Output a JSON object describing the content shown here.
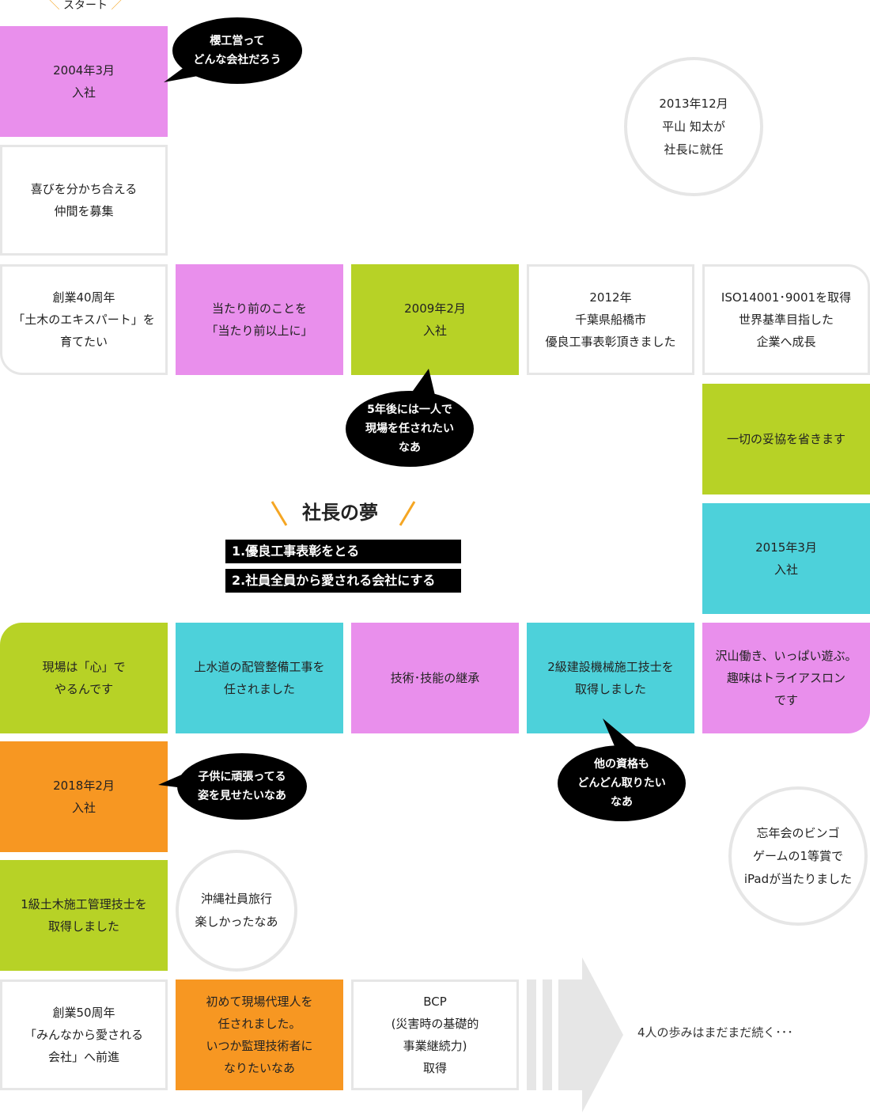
{
  "start_label": "スタート",
  "boxes": {
    "b2004": "2004年3月\n入社",
    "nakama": "喜びを分かち合える\n仲間を募集",
    "sougyou40": "創業40周年\n「土木のエキスパート」を\n育てたい",
    "atarimae": "当たり前のことを\n「当たり前以上に」",
    "b2009": "2009年2月\n入社",
    "b2012": "2012年\n千葉県船橋市\n優良工事表彰頂きました",
    "iso": "ISO14001･9001を取得\n世界基準目指した\n企業へ成長",
    "dakyou": "一切の妥協を省きます",
    "b2015": "2015年3月\n入社",
    "genba": "現場は「心」で\nやるんです",
    "jousuidou": "上水道の配管整備工事を\n任されました",
    "gijutsu": "技術･技能の継承",
    "kenki": "2級建設機械施工技士を\n取得しました",
    "takusan": "沢山働き、いっぱい遊ぶ。\n趣味はトライアスロン\nです",
    "b2018": "2018年2月\n入社",
    "doboku1": "1級土木施工管理技士を\n取得しました",
    "sougyou50": "創業50周年\n「みんなから愛される\n会社」へ前進",
    "dairinin": "初めて現場代理人を\n任されました。\nいつか監理技術者に\nなりたいなあ",
    "bcp": "BCP\n(災害時の基礎的\n事業継続力)\n取得"
  },
  "bubbles": {
    "sakuraikou": "櫻工営って\nどんな会社だろう",
    "gonengo": "5年後には一人で\n現場を任されたい\nなあ",
    "kodomo": "子供に頑張ってる\n姿を見せたいなあ",
    "shikaku": "他の資格も\nどんどん取りたい\nなあ"
  },
  "circles": {
    "shachou": "2013年12月\n平山 知太が\n社長に就任",
    "okinawa": "沖縄社員旅行\n楽しかったなあ",
    "bingo": "忘年会のビンゴ\nゲームの1等賞で\niPadが当たりました"
  },
  "dream": {
    "title": "社長の夢",
    "items": [
      "1.優良工事表彰をとる",
      "2.社員全員から愛される会社にする"
    ]
  },
  "ending": "4人の歩みはまだまだ続く･･･",
  "colors": {
    "pink": "#e98fec",
    "lime": "#b7d226",
    "cyan": "#4dd1da",
    "orange": "#f79722",
    "border": "#e6e6e6",
    "accent": "#f5a623"
  }
}
